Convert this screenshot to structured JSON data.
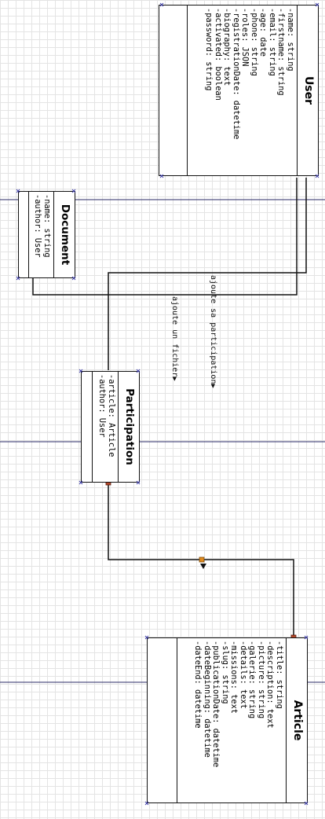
{
  "classes": {
    "user": {
      "name": "User",
      "attributes": [
        "-name: string",
        "-firstname: string",
        "-email: string",
        "-age: date",
        "-phone: string",
        "-roles: JSON",
        "-registrationDate: datetime",
        "-biography: text",
        "-activated: boolean",
        "-password: string"
      ]
    },
    "document": {
      "name": "Document",
      "attributes": [
        "-name: string",
        "-author: User"
      ]
    },
    "participation": {
      "name": "Participation",
      "attributes": [
        "-article: Article",
        "-author: User"
      ]
    },
    "article": {
      "name": "Article",
      "attributes": [
        "-title: string",
        "-description: text",
        "-picture: string",
        "-galerie: string",
        "-details: text",
        "-missions: text",
        "-slug: string",
        "-publicationDate: datetime",
        "-dateBeginning: datetime",
        "-dateEnd: datetime"
      ]
    }
  },
  "relations": {
    "participation_label": "ajoute sa participation",
    "document_label": "ajoute un fichier"
  },
  "colors": {
    "line": "#111111",
    "guide": "#2a2a66",
    "handle": "#b5482a",
    "handle_orange": "#e08a1e"
  }
}
